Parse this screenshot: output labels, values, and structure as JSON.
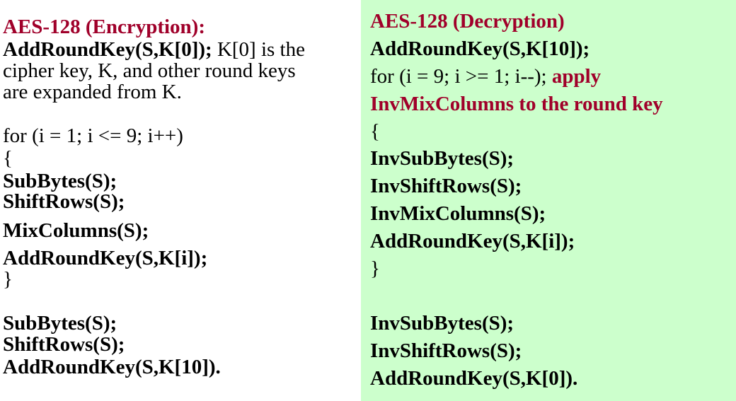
{
  "colors": {
    "accent": "#a0002a",
    "decryption_background": "#ccffcc"
  },
  "encryption": {
    "title": "AES-128 (Encryption):",
    "first_call": "AddRoundKey(S,K[0]);",
    "first_note": " K[0] is the",
    "note_line2": "cipher key, K, and other round keys",
    "note_line3": "are expanded from K.",
    "loop_header": "for (i = 1; i <= 9; i++)",
    "open_brace": "{",
    "loop_body": [
      "SubBytes(S);",
      "ShiftRows(S);",
      "MixColumns(S);",
      "AddRoundKey(S,K[i]);"
    ],
    "close_brace": "}",
    "final_steps": [
      "SubBytes(S);",
      "ShiftRows(S);",
      "AddRoundKey(S,K[10])."
    ]
  },
  "decryption": {
    "title": "AES-128 (Decryption)",
    "first_call": "AddRoundKey(S,K[10]);",
    "loop_header": "for (i = 9; i >= 1; i--);",
    "loop_note_part1": " apply",
    "loop_note_part2": "InvMixColumns to the round key",
    "open_brace": "{",
    "loop_body": [
      "InvSubBytes(S);",
      "InvShiftRows(S);",
      "InvMixColumns(S);",
      "AddRoundKey(S,K[i]);"
    ],
    "close_brace": "}",
    "final_steps": [
      "InvSubBytes(S);",
      "InvShiftRows(S);",
      "AddRoundKey(S,K[0])."
    ]
  }
}
